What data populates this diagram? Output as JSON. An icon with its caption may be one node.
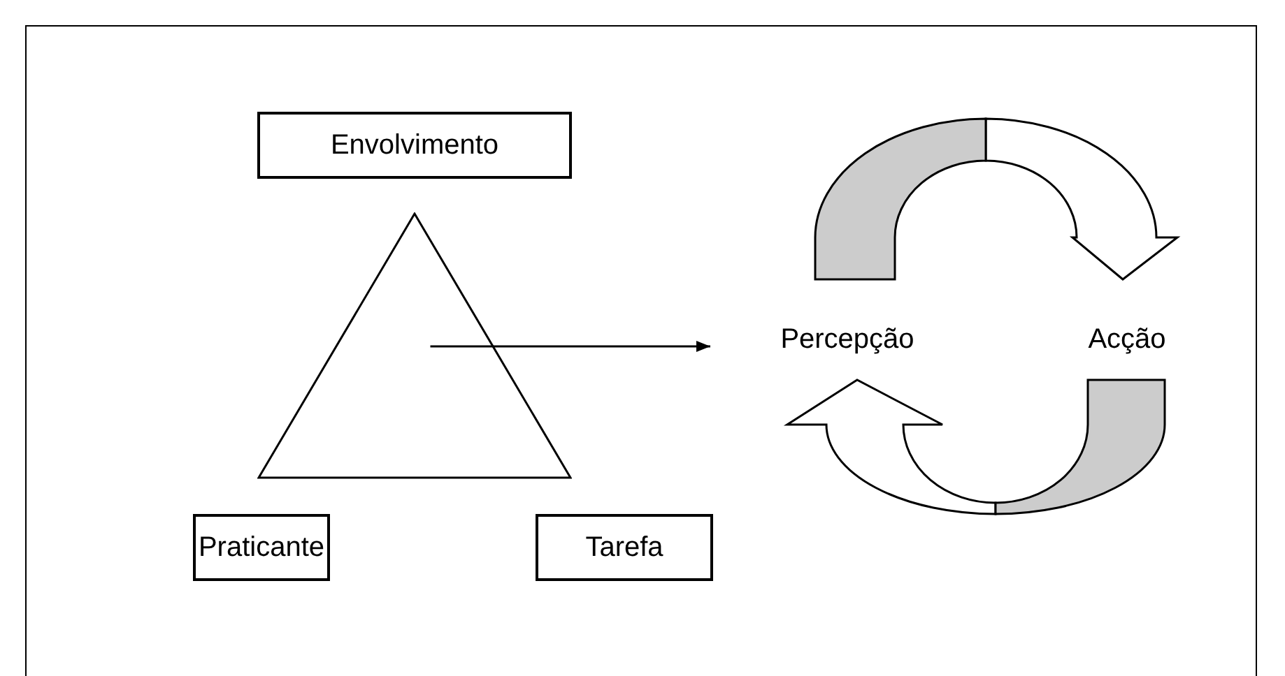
{
  "diagram": {
    "nodes": [
      {
        "text": [
          "Envolvimento"
        ]
      },
      {
        "text": [
          "Praticante"
        ]
      },
      {
        "text": [
          "Tarefa"
        ]
      },
      {
        "text": [],
        "shape": "triangle"
      },
      {
        "text": [
          "Percepção"
        ]
      },
      {
        "text": [
          "Acção"
        ]
      }
    ],
    "edges": [
      {
        "from": 3,
        "to": 4,
        "arrow": "to"
      },
      {
        "from": 4,
        "to": 5,
        "arrow": "to"
      },
      {
        "from": 5,
        "to": 4,
        "arrow": "to"
      }
    ]
  }
}
